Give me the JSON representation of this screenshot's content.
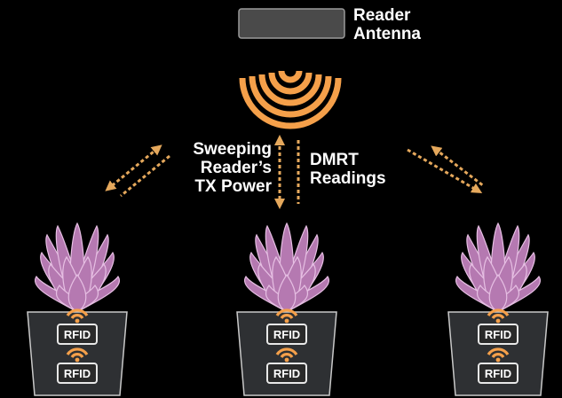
{
  "reader": {
    "label_line1": "Reader",
    "label_line2": "Antenna"
  },
  "sweep": {
    "line1": "Sweeping",
    "line2": "Reader’s",
    "line3": "TX Power"
  },
  "readings": {
    "line1": "DMRT",
    "line2": "Readings"
  },
  "tag_label": "RFID",
  "pots": [
    {
      "tags": [
        "RFID",
        "RFID"
      ]
    },
    {
      "tags": [
        "RFID",
        "RFID"
      ]
    },
    {
      "tags": [
        "RFID",
        "RFID"
      ]
    }
  ],
  "colors": {
    "background": "#000000",
    "antenna_box": "#4a4a4a",
    "wave": "#f5a04a",
    "arrow": "#e5a85c",
    "leaf": "#b579b1",
    "leaf_edge": "#e6bfe3",
    "pot": "#2e3033",
    "pot_edge": "#c9c9c9",
    "tag_fill": "#2a2a2a",
    "text": "#ffffff"
  },
  "icons": [
    "antenna-box",
    "signal-waves-icon",
    "dotted-double-arrow-icon",
    "plant-leaves-icon",
    "pot-icon",
    "wifi-signal-icon"
  ]
}
